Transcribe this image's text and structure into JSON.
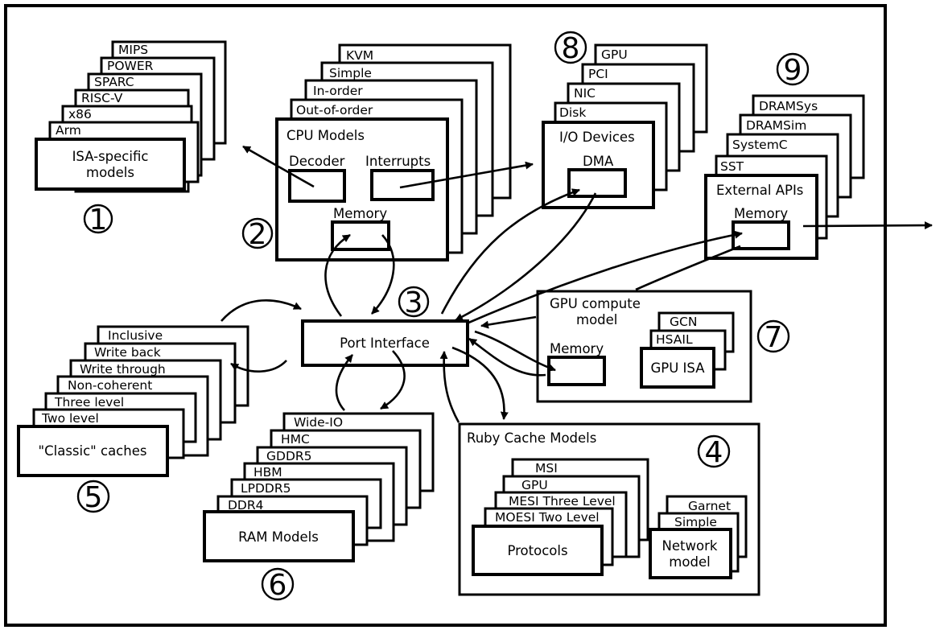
{
  "isa": {
    "stack": [
      "MIPS",
      "POWER",
      "SPARC",
      "RISC-V",
      "x86",
      "Arm"
    ],
    "front": [
      "ISA-specific",
      "models"
    ],
    "number": "1"
  },
  "cpu": {
    "stack": [
      "KVM",
      "Simple",
      "In-order",
      "Out-of-order"
    ],
    "front": "CPU Models",
    "decoder": "Decoder",
    "interrupts": "Interrupts",
    "memory": "Memory",
    "number": "2"
  },
  "port": {
    "label": "Port Interface",
    "number": "3"
  },
  "ruby": {
    "title": "Ruby Cache Models",
    "protocols_stack": [
      "MSI",
      "GPU",
      "MESI Three Level",
      "MOESI Two Level"
    ],
    "protocols_front": "Protocols",
    "network_stack": [
      "Garnet",
      "Simple"
    ],
    "network_front": [
      "Network",
      "model"
    ],
    "number": "4"
  },
  "classic": {
    "stack": [
      "Inclusive",
      "Write back",
      "Write through",
      "Non-coherent",
      "Three level",
      "Two level"
    ],
    "front": "\"Classic\" caches",
    "number": "5"
  },
  "ram": {
    "stack": [
      "Wide-IO",
      "HMC",
      "GDDR5",
      "HBM",
      "LPDDR5",
      "DDR4"
    ],
    "front": "RAM Models",
    "number": "6"
  },
  "gpu": {
    "title": [
      "GPU compute",
      "model"
    ],
    "memory": "Memory",
    "isa_stack": [
      "GCN",
      "HSAIL"
    ],
    "isa_front": "GPU ISA",
    "number": "7"
  },
  "io": {
    "stack": [
      "GPU",
      "PCI",
      "NIC",
      "Disk"
    ],
    "front": "I/O Devices",
    "dma": "DMA",
    "number": "8"
  },
  "ext": {
    "stack": [
      "DRAMSys",
      "DRAMSim",
      "SystemC",
      "SST"
    ],
    "front": "External APIs",
    "memory": "Memory",
    "number": "9"
  }
}
